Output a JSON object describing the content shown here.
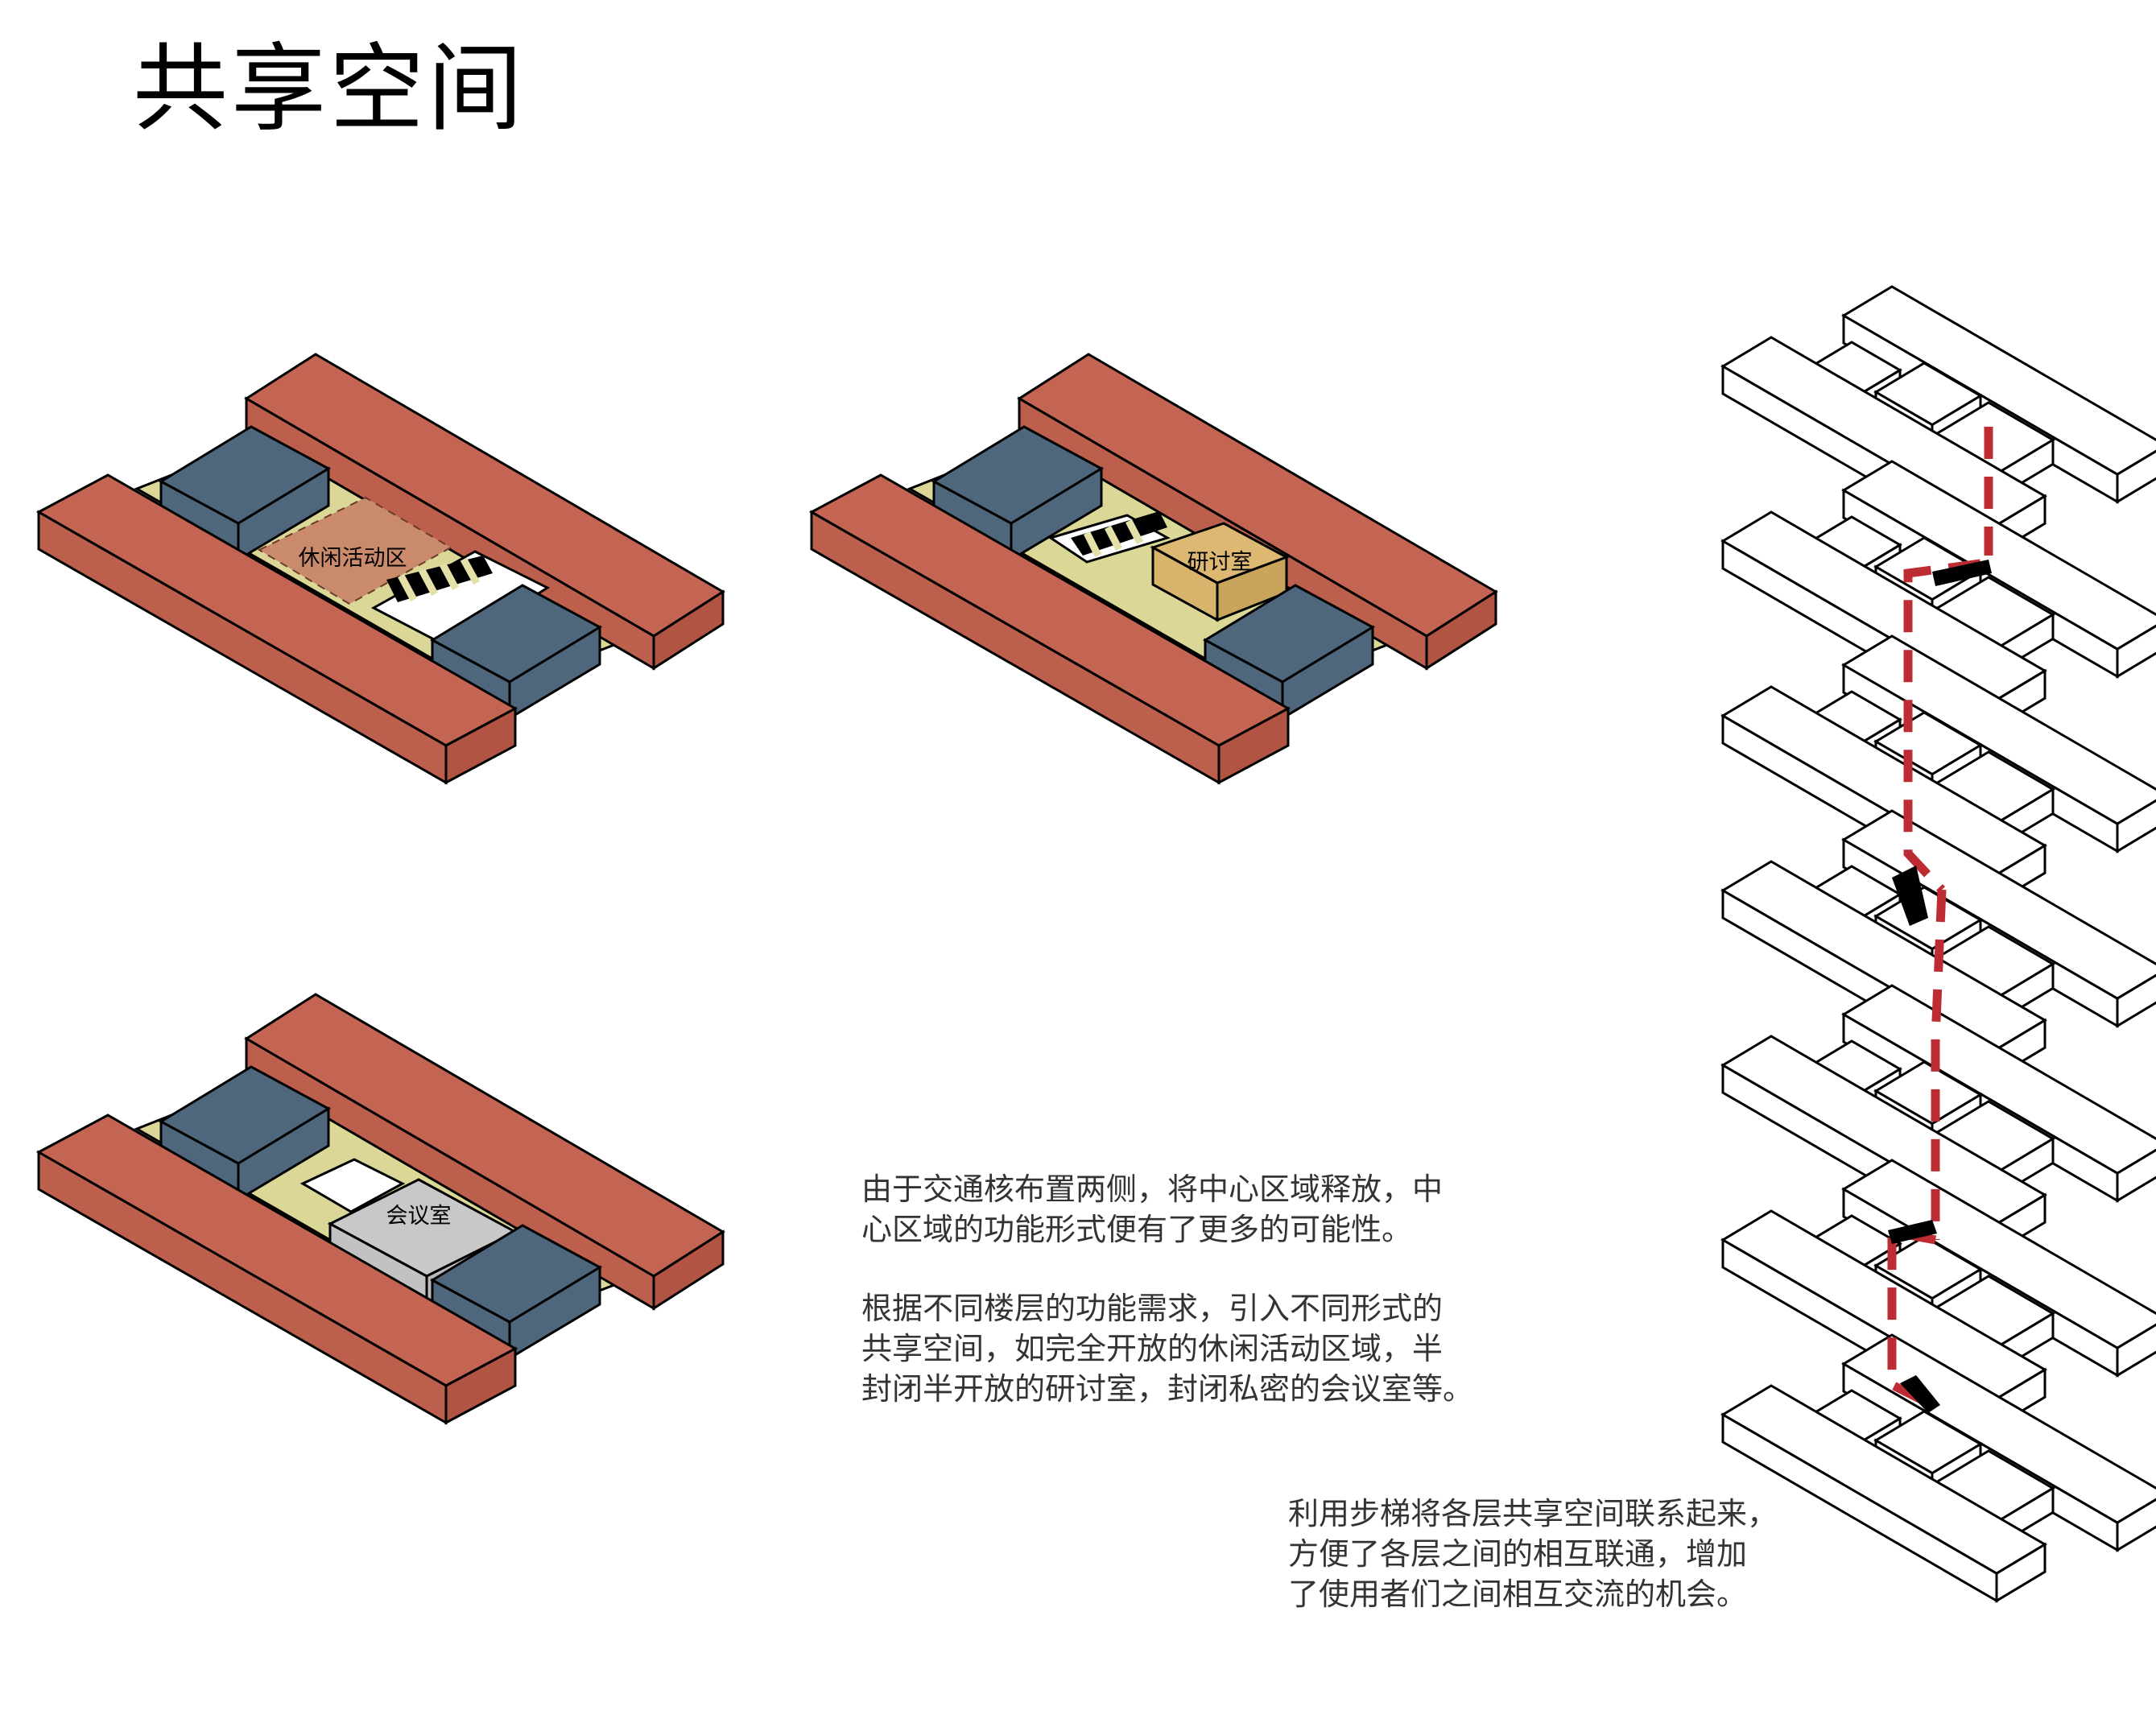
{
  "title": "共享空间",
  "labels": {
    "leisure": "休闲活动区",
    "seminar": "研讨室",
    "meeting": "会议室"
  },
  "paragraphs": [
    [
      "由于交通核布置两侧，将中心区域释放，中",
      "心区域的功能形式便有了更多的可能性。"
    ],
    [
      "根据不同楼层的功能需求，引入不同形式的",
      "共享空间，如完全开放的休闲活动区域，半",
      "封闭半开放的研讨室，封闭私密的会议室等。"
    ],
    [
      "利用步梯将各层共享空间联系起来，",
      "方便了各层之间的相互联通，增加",
      "了使用者们之间相互交流的机会。"
    ]
  ],
  "colors": {
    "bar": "#c36552",
    "bar_front": "#bd5f4d",
    "floor": "#dad797",
    "core": "#4f677c",
    "leisure": "#ca8b6d",
    "seminar": "#dcb872",
    "meeting": "#c8c8c8",
    "route": "#bd2c33"
  }
}
